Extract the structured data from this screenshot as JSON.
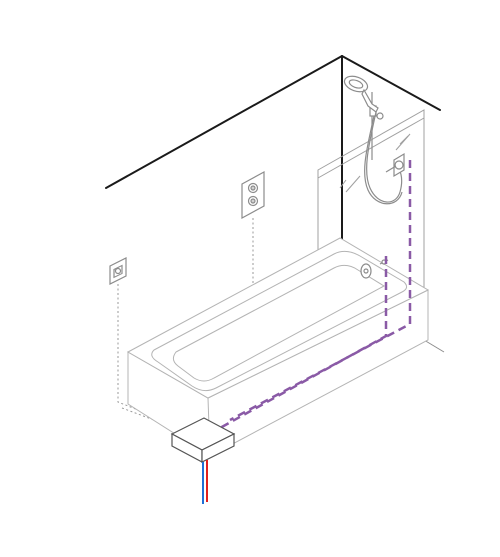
{
  "diagram": {
    "subject": "bath-shower-installation",
    "colors": {
      "wall_line": "#1a1a1a",
      "fixture_line": "#8c8c8c",
      "fixture_light": "#b4b4b4",
      "glass_line": "#a0a0a0",
      "dotted_line": "#9a9a9a",
      "pipe_dashed": "#8a5aa6",
      "hot_pipe": "#e02020",
      "cold_pipe": "#1f6fd6",
      "background": "#ffffff"
    },
    "components": [
      {
        "id": "wall-outline",
        "icon": "wall-corner"
      },
      {
        "id": "shower-head",
        "icon": "handheld-shower-icon"
      },
      {
        "id": "shower-riser",
        "icon": "riser-rail-icon"
      },
      {
        "id": "shower-hose",
        "icon": "coiled-hose-icon"
      },
      {
        "id": "wall-outlet",
        "icon": "wall-outlet-icon"
      },
      {
        "id": "glass-screen",
        "icon": "bath-screen-icon"
      },
      {
        "id": "digital-controller",
        "icon": "dual-dial-controller-icon"
      },
      {
        "id": "remote-button",
        "icon": "wireless-button-icon"
      },
      {
        "id": "bathtub",
        "icon": "bathtub-icon"
      },
      {
        "id": "bath-filler",
        "icon": "bath-filler-icon"
      },
      {
        "id": "processor-box",
        "icon": "processor-box-icon"
      },
      {
        "id": "hot-supply",
        "icon": "hot-pipe-icon"
      },
      {
        "id": "cold-supply",
        "icon": "cold-pipe-icon"
      }
    ]
  }
}
